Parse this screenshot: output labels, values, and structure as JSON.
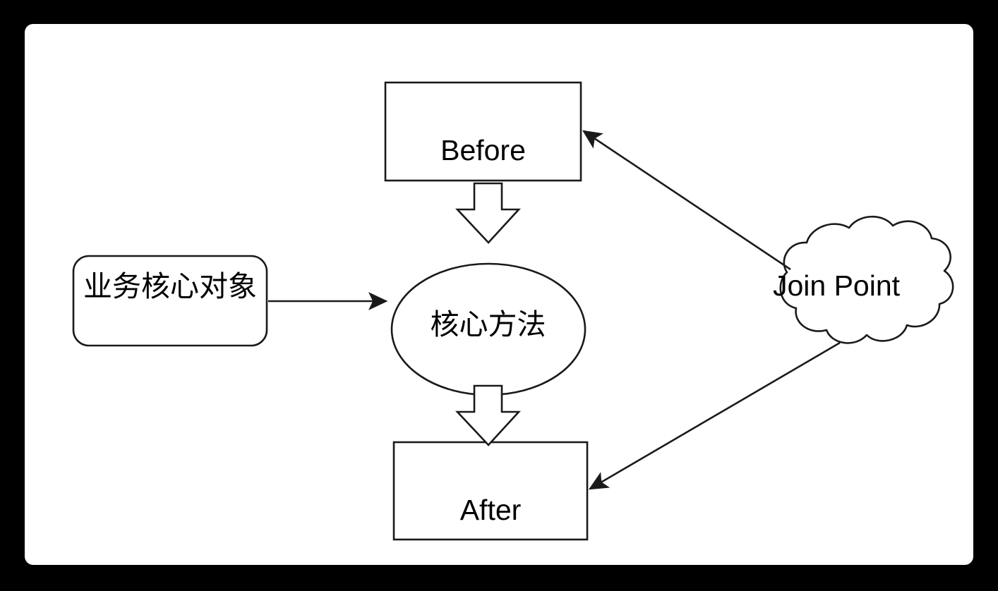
{
  "diagram": {
    "type": "aop-join-point-flow",
    "canvas": {
      "background": "#000000",
      "paper": "#ffffff",
      "stroke": "#1a1a1a"
    },
    "nodes": [
      {
        "id": "before",
        "shape": "rectangle",
        "label": "Before"
      },
      {
        "id": "core-object",
        "shape": "rounded-rectangle",
        "label": "业务核心对象"
      },
      {
        "id": "core-method",
        "shape": "ellipse",
        "label": "核心方法"
      },
      {
        "id": "after",
        "shape": "rectangle",
        "label": "After"
      },
      {
        "id": "join-point",
        "shape": "cloud",
        "label": "Join Point"
      }
    ],
    "edges": [
      {
        "id": "obj-to-method",
        "from": "core-object",
        "to": "core-method",
        "style": "line-arrow"
      },
      {
        "id": "before-to-method",
        "from": "before",
        "to": "core-method",
        "style": "block-arrow-down"
      },
      {
        "id": "method-to-after",
        "from": "core-method",
        "to": "after",
        "style": "block-arrow-down"
      },
      {
        "id": "joinpoint-to-before",
        "from": "join-point",
        "to": "before",
        "style": "line-arrow"
      },
      {
        "id": "joinpoint-to-after",
        "from": "join-point",
        "to": "after",
        "style": "line-arrow"
      }
    ]
  }
}
